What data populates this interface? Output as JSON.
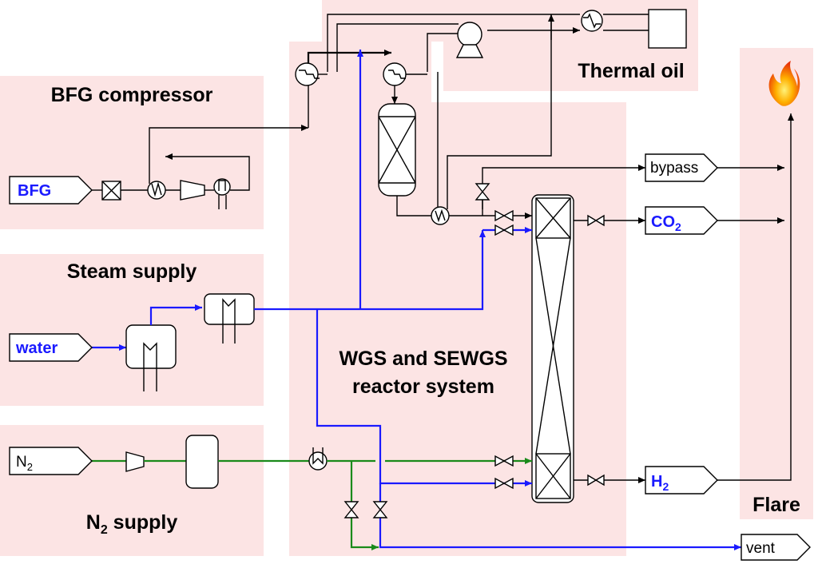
{
  "zones": {
    "bfg_compressor": "BFG compressor",
    "steam_supply": "Steam supply",
    "n2_supply_main": "N",
    "n2_supply_sub": "2",
    "n2_supply_rest": " supply",
    "thermal_oil": "Thermal oil",
    "reactor_line1": "WGS and SEWGS",
    "reactor_line2": "reactor system",
    "flare": "Flare"
  },
  "streams": {
    "bfg": "BFG",
    "water": "water",
    "n2_main": "N",
    "n2_sub": "2",
    "bypass": "bypass",
    "co2_main": "CO",
    "co2_sub": "2",
    "h2_main": "H",
    "h2_sub": "2",
    "vent": "vent"
  },
  "colors": {
    "zone_fill": "#fce4e4",
    "steam_line": "#1a1aff",
    "nitrogen_line": "#1a8a1a",
    "gas_line": "#000000"
  },
  "icons": {
    "flare": "flame-icon"
  }
}
